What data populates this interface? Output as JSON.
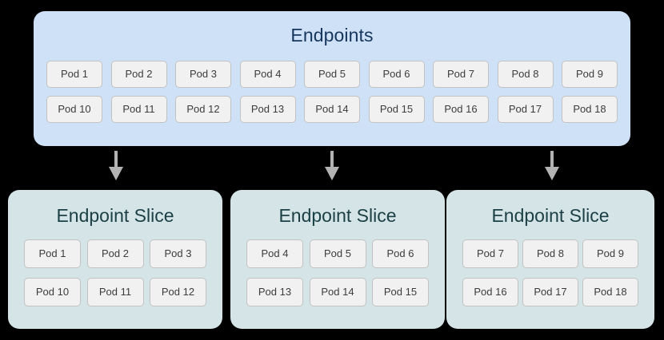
{
  "diagram": {
    "background_color": "#000000",
    "endpoints": {
      "title": "Endpoints",
      "box_color": "#cfe1f6",
      "title_color": "#15365e",
      "rows": [
        [
          "Pod 1",
          "Pod 2",
          "Pod 3",
          "Pod 4",
          "Pod 5",
          "Pod 6",
          "Pod 7",
          "Pod 8",
          "Pod 9"
        ],
        [
          "Pod 10",
          "Pod 11",
          "Pod 12",
          "Pod 13",
          "Pod 14",
          "Pod 15",
          "Pod 16",
          "Pod 17",
          "Pod 18"
        ]
      ]
    },
    "arrows": [
      {
        "name": "arrow-to-slice-1",
        "direction": "down",
        "color": "#b3b3b3"
      },
      {
        "name": "arrow-to-slice-2",
        "direction": "down",
        "color": "#b3b3b3"
      },
      {
        "name": "arrow-to-slice-3",
        "direction": "down",
        "color": "#b3b3b3"
      }
    ],
    "slices": [
      {
        "title": "Endpoint Slice",
        "box_color": "#d5e4e6",
        "title_color": "#1b4046",
        "rows": [
          [
            "Pod 1",
            "Pod 2",
            "Pod 3"
          ],
          [
            "Pod 10",
            "Pod 11",
            "Pod 12"
          ]
        ]
      },
      {
        "title": "Endpoint Slice",
        "box_color": "#d5e4e6",
        "title_color": "#1b4046",
        "rows": [
          [
            "Pod 4",
            "Pod 5",
            "Pod 6"
          ],
          [
            "Pod 13",
            "Pod 14",
            "Pod 15"
          ]
        ]
      },
      {
        "title": "Endpoint Slice",
        "box_color": "#d5e4e6",
        "title_color": "#1b4046",
        "rows": [
          [
            "Pod 7",
            "Pod 8",
            "Pod 9"
          ],
          [
            "Pod 16",
            "Pod 17",
            "Pod 18"
          ]
        ]
      }
    ],
    "pod_chip": {
      "fill": "#f1f1f1",
      "border": "#c2c2c2",
      "text_color": "#3c3c3c"
    }
  }
}
